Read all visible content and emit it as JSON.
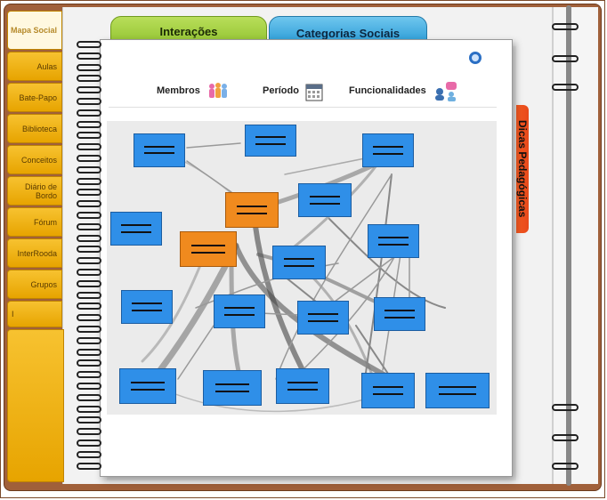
{
  "sidebar": {
    "items": [
      {
        "label": "Mapa Social",
        "active": true
      },
      {
        "label": "Aulas"
      },
      {
        "label": "Bate-Papo"
      },
      {
        "label": "Biblioteca"
      },
      {
        "label": "Conceitos"
      },
      {
        "label": "Diário de Bordo"
      },
      {
        "label": "Fórum"
      },
      {
        "label": "InterRooda"
      },
      {
        "label": "Grupos"
      },
      {
        "label": "I"
      }
    ]
  },
  "tabs": {
    "interacoes": "Interações",
    "categorias": "Categorias Sociais"
  },
  "toolbar": {
    "membros": "Membros",
    "periodo": "Período",
    "funcionalidades": "Funcionalidades"
  },
  "dicas": "Dicas Pedagógicas",
  "colors": {
    "node_blue": "#2f8fe8",
    "node_orange": "#f08a1e",
    "tab_green": "#8bbf2a",
    "tab_blue": "#2f9fd8",
    "sidebar_yellow": "#e7a400",
    "dicas_orange": "#e8491a"
  }
}
